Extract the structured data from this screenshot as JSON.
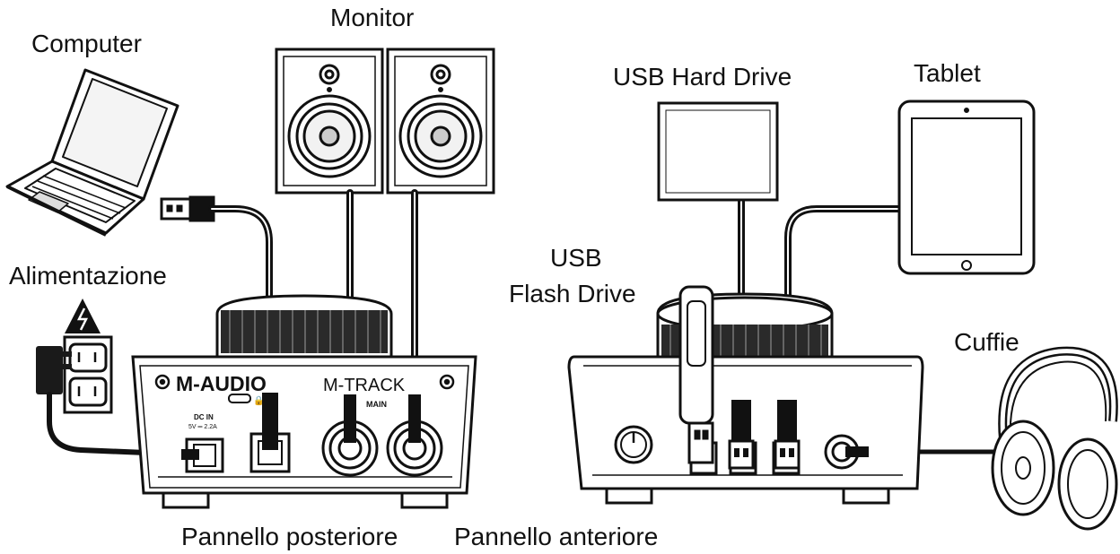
{
  "labels": {
    "computer": "Computer",
    "monitor": "Monitor",
    "usb_hard_drive": "USB Hard Drive",
    "tablet": "Tablet",
    "power": "Alimentazione",
    "usb_flash_drive_line1": "USB",
    "usb_flash_drive_line2": "Flash Drive",
    "headphones": "Cuffie",
    "rear_panel": "Pannello posteriore",
    "front_panel": "Pannello anteriore"
  },
  "device": {
    "brand": "M-AUDIO",
    "model": "M-TRACK",
    "main_label": "MAIN",
    "dc_in_line1": "DC IN",
    "dc_in_line2": "5V ═ 2.2A"
  },
  "colors": {
    "line": "#111111",
    "fill": "#ffffff",
    "dark": "#1a1a1a",
    "shade": "#e6e6e6"
  }
}
